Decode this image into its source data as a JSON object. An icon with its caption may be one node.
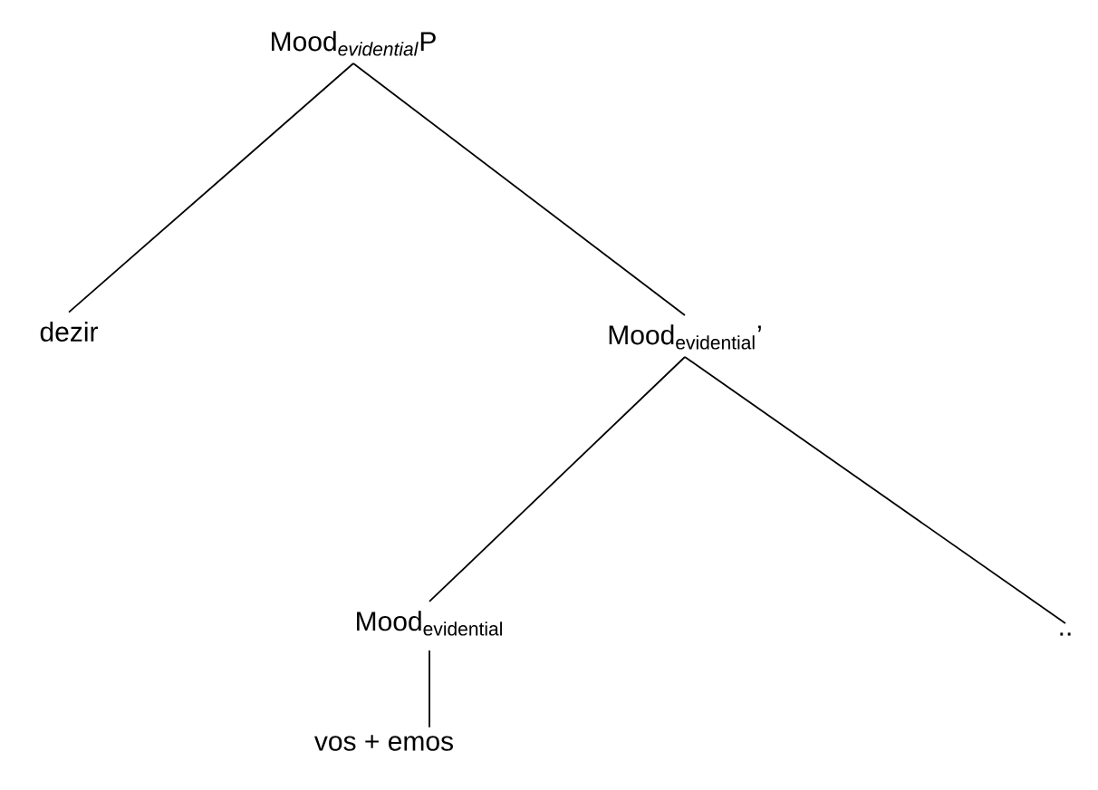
{
  "diagram": {
    "nodes": [
      {
        "text": [
          "\\text{Mood}_{\\textit{evidential}}\\text{P}"
        ]
      },
      {
        "text": [
          "dezir"
        ]
      },
      {
        "text": [
          "\\text{Mood}_{\\text{evidential}}\\text{'}"
        ]
      },
      {
        "text": [
          "\\text{Mood}_{\\text{evidential}}"
        ]
      },
      {
        "text": [
          ".."
        ]
      },
      {
        "text": [
          "vos + emos"
        ]
      }
    ],
    "edges": [
      {
        "from": 0,
        "to": 1,
        "arrow": "none"
      },
      {
        "from": 0,
        "to": 2,
        "arrow": "none"
      },
      {
        "from": 2,
        "to": 3,
        "arrow": "none"
      },
      {
        "from": 2,
        "to": 4,
        "arrow": "none"
      },
      {
        "from": 3,
        "to": 5,
        "arrow": "none"
      }
    ]
  }
}
